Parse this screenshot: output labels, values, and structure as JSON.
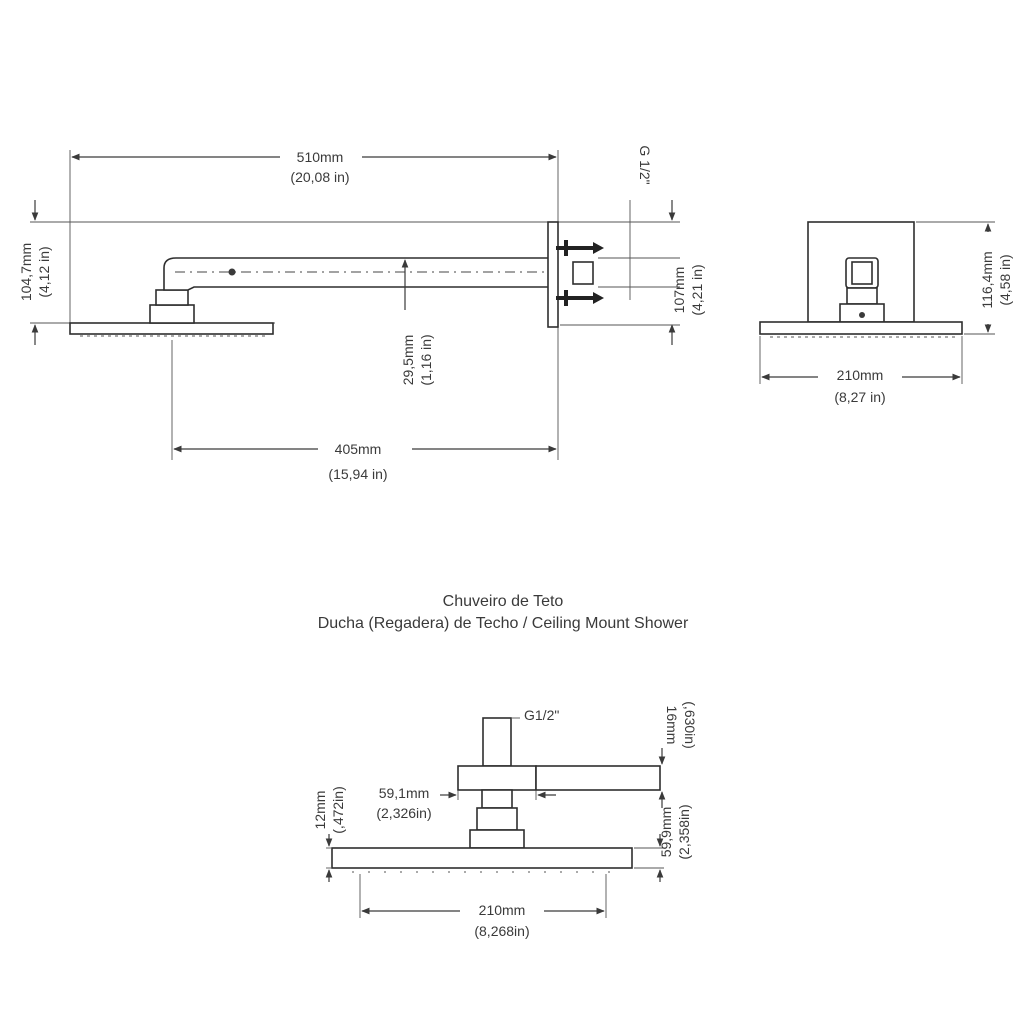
{
  "title": {
    "line1": "Chuveiro de Teto",
    "line2": "Ducha (Regadera) de Techo / Ceiling Mount Shower"
  },
  "side_view": {
    "overall_length": {
      "mm": "510mm",
      "in": "(20,08 in)"
    },
    "height": {
      "mm": "104,7mm",
      "in": "(4,12 in)"
    },
    "thread": "G 1/2\"",
    "arm_offset": {
      "mm": "107mm",
      "in": "(4,21 in)"
    },
    "head_depth": {
      "mm": "29,5mm",
      "in": "(1,16 in)"
    },
    "arm_length": {
      "mm": "405mm",
      "in": "(15,94 in)"
    }
  },
  "front_view": {
    "height": {
      "mm": "116,4mm",
      "in": "(4,58 in)"
    },
    "width": {
      "mm": "210mm",
      "in": "(8,27 in)"
    }
  },
  "bottom_view": {
    "thread": "G1/2\"",
    "nut_height": {
      "mm": "16mm",
      "in": "(,630in)"
    },
    "nut_width": {
      "mm": "59,1mm",
      "in": "(2,326in)"
    },
    "plate_thickness": {
      "mm": "12mm",
      "in": "(,472in)"
    },
    "body_height": {
      "mm": "59,9mm",
      "in": "(2,358in)"
    },
    "width": {
      "mm": "210mm",
      "in": "(8,268in)"
    }
  }
}
